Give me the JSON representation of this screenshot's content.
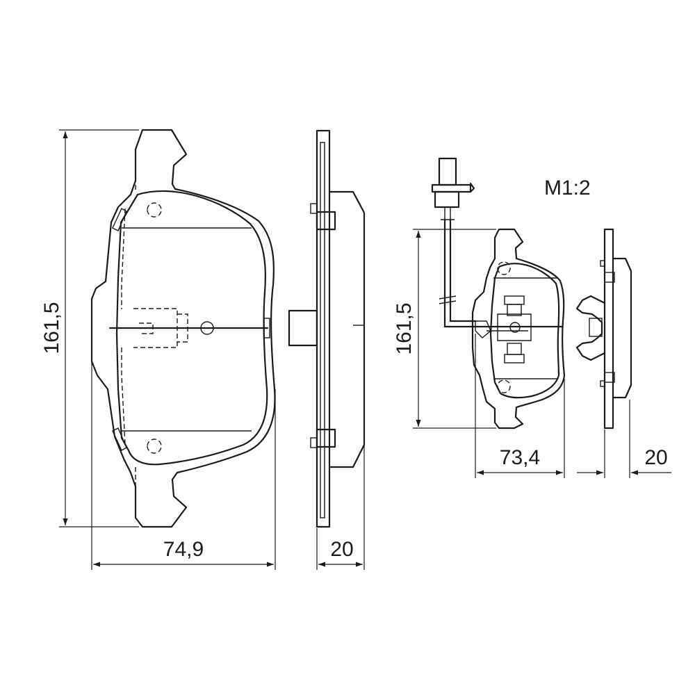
{
  "scale": "M1:2",
  "large_pad": {
    "height": "161,5",
    "width": "74,9",
    "thickness": "20"
  },
  "small_pad": {
    "height": "161,5",
    "width": "73,4",
    "thickness": "20"
  }
}
